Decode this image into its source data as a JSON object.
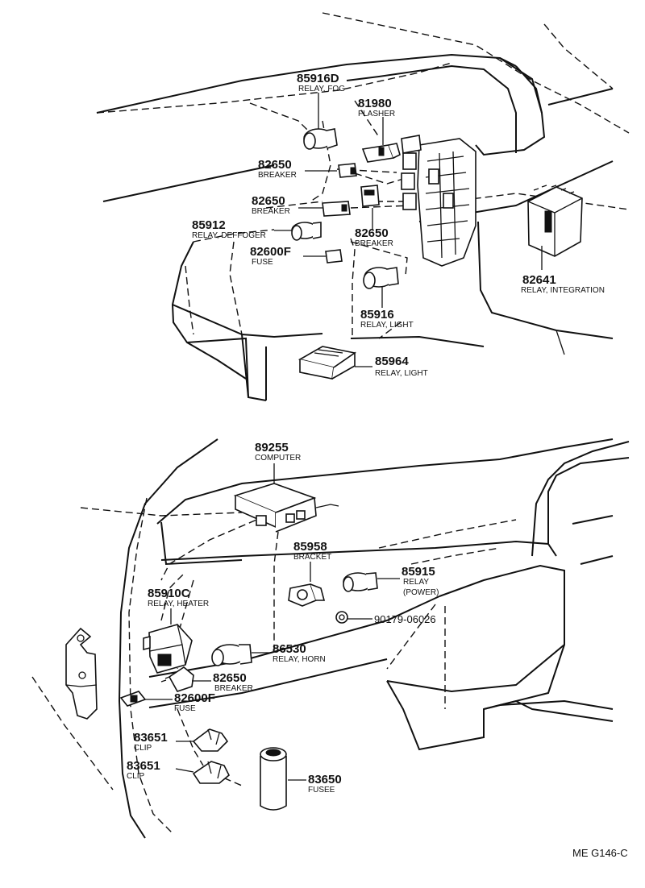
{
  "figure_code": "ME G146-C",
  "parts": [
    {
      "id": "85916D",
      "name": "RELAY, FOG"
    },
    {
      "id": "81980",
      "name": "FLASHER"
    },
    {
      "id": "82650",
      "name": "BREAKER"
    },
    {
      "id": "82650",
      "name": "BREAKER"
    },
    {
      "id": "85912",
      "name": "RELAY, DEFFOGER"
    },
    {
      "id": "82650",
      "name": "BREAKER"
    },
    {
      "id": "82600F",
      "name": "FUSE"
    },
    {
      "id": "82641",
      "name": "RELAY, INTEGRATION"
    },
    {
      "id": "85916",
      "name": "RELAY, LIGHT"
    },
    {
      "id": "85964",
      "name": "RELAY, LIGHT"
    },
    {
      "id": "89255",
      "name": "COMPUTER"
    },
    {
      "id": "85958",
      "name": "BRACKET"
    },
    {
      "id": "85915",
      "name": "RELAY",
      "name2": "(POWER)"
    },
    {
      "id": "85910C",
      "name": "RELAY, HEATER"
    },
    {
      "id": "90179-06026",
      "name": ""
    },
    {
      "id": "86530",
      "name": "RELAY, HORN"
    },
    {
      "id": "82650",
      "name": "BREAKER"
    },
    {
      "id": "82600F",
      "name": "FUSE"
    },
    {
      "id": "83651",
      "name": "CLIP"
    },
    {
      "id": "83651",
      "name": "CLIP"
    },
    {
      "id": "83650",
      "name": "FUSEE"
    }
  ]
}
